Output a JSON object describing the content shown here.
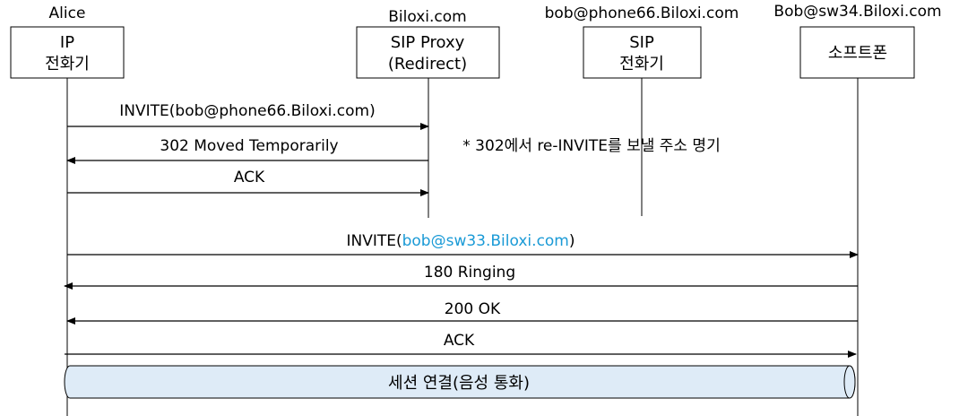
{
  "participants": [
    {
      "id": "alice",
      "top_label": "Alice",
      "box_lines": [
        "IP",
        "전화기"
      ]
    },
    {
      "id": "proxy",
      "top_label": "Biloxi.com",
      "box_lines": [
        "SIP Proxy",
        "(Redirect)"
      ]
    },
    {
      "id": "phone66",
      "top_label": "bob@phone66.Biloxi.com",
      "box_lines": [
        "SIP",
        "전화기"
      ]
    },
    {
      "id": "softphone",
      "top_label": "Bob@sw34.Biloxi.com",
      "box_lines": [
        "소프트폰"
      ]
    }
  ],
  "messages": [
    {
      "id": "invite1",
      "label": "INVITE(bob@phone66.Biloxi.com)",
      "from": "alice",
      "to": "proxy"
    },
    {
      "id": "moved",
      "label": "302 Moved Temporarily",
      "from": "proxy",
      "to": "alice"
    },
    {
      "id": "ack1",
      "label": "ACK",
      "from": "alice",
      "to": "proxy"
    },
    {
      "id": "invite2",
      "label_prefix": "INVITE(",
      "label_link": "bob@sw33.Biloxi.com",
      "label_suffix": ")",
      "from": "alice",
      "to": "softphone"
    },
    {
      "id": "ringing",
      "label": "180 Ringing",
      "from": "softphone",
      "to": "alice"
    },
    {
      "id": "ok",
      "label": "200 OK",
      "from": "softphone",
      "to": "alice"
    },
    {
      "id": "ack2",
      "label": "ACK",
      "from": "alice",
      "to": "softphone"
    }
  ],
  "note": "* 302에서 re-INVITE를 보낼 주소 명기",
  "session": {
    "label": "세션 연결(음성 통화)",
    "fill_color": "#deebf7"
  },
  "colors": {
    "link": "#1a9ad6",
    "line": "#000000"
  }
}
